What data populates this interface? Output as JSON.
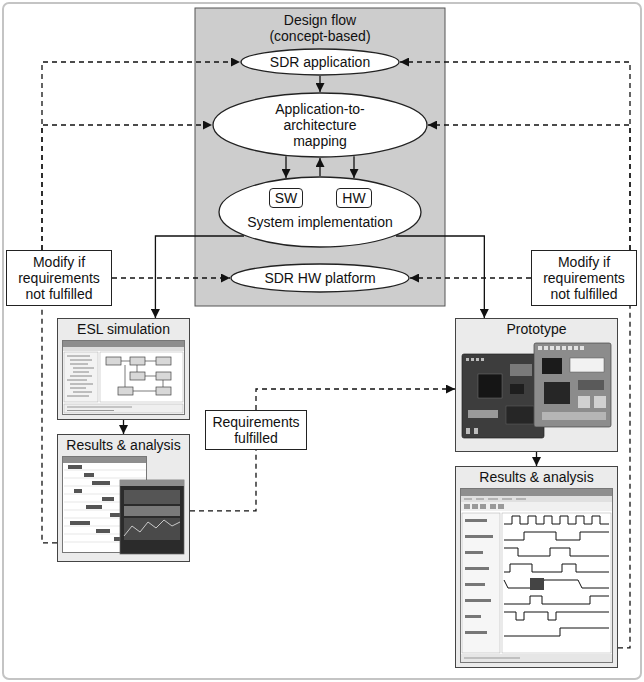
{
  "diagram": {
    "nodes": [
      {
        "text": [
          "Design flow (concept-based)"
        ]
      },
      {
        "text": [
          "SDR application"
        ],
        "in": 0
      },
      {
        "text": [
          "Application-to-architecture mapping"
        ],
        "in": 0
      },
      {
        "text": [
          "System implementation"
        ],
        "in": 0
      },
      {
        "text": [
          "SW"
        ],
        "in": 3
      },
      {
        "text": [
          "HW"
        ],
        "in": 3
      },
      {
        "text": [
          "SDR HW platform"
        ],
        "in": 0
      },
      {
        "text": [
          "Modify if requirements not fulfilled"
        ]
      },
      {
        "text": [
          "Modify if requirements not fulfilled"
        ]
      },
      {
        "text": [
          "ESL simulation"
        ]
      },
      {
        "text": [
          "Results & analysis"
        ]
      },
      {
        "text": [
          "Requirements fulfilled"
        ]
      },
      {
        "text": [
          "Prototype"
        ]
      },
      {
        "text": [
          "Results & analysis"
        ]
      }
    ],
    "edges": [
      {
        "from": 1,
        "to": 2,
        "arrow": "to"
      },
      {
        "from": 2,
        "to": 3,
        "arrow": "to"
      },
      {
        "from": 2,
        "to": 3,
        "arrow": "to"
      },
      {
        "from": 3,
        "to": 2,
        "arrow": "to"
      },
      {
        "from": 3,
        "to": 9,
        "arrow": "to"
      },
      {
        "from": 3,
        "to": 12,
        "arrow": "to"
      },
      {
        "from": 9,
        "to": 10,
        "arrow": "to"
      },
      {
        "from": 12,
        "to": 13,
        "arrow": "to"
      },
      {
        "from": 10,
        "to": 11,
        "arrow": "none"
      },
      {
        "from": 11,
        "to": 12,
        "arrow": "to"
      },
      {
        "from": 10,
        "to": 7,
        "arrow": "none"
      },
      {
        "from": 7,
        "to": 1,
        "arrow": "to"
      },
      {
        "from": 7,
        "to": 2,
        "arrow": "to"
      },
      {
        "from": 7,
        "to": 6,
        "arrow": "to"
      },
      {
        "from": 13,
        "to": 8,
        "arrow": "none"
      },
      {
        "from": 8,
        "to": 1,
        "arrow": "to"
      },
      {
        "from": 8,
        "to": 2,
        "arrow": "to"
      },
      {
        "from": 8,
        "to": 6,
        "arrow": "to"
      }
    ]
  }
}
